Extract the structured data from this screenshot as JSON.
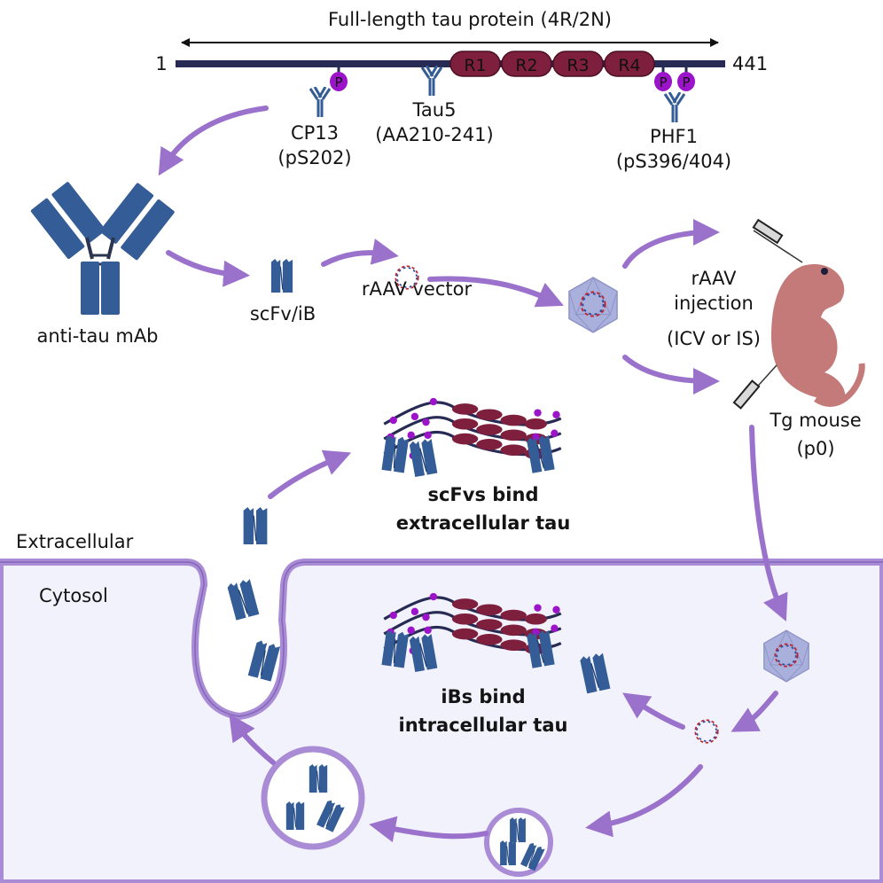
{
  "protein": {
    "title": "Full-length tau protein (4R/2N)",
    "start": "1",
    "end": "441",
    "repeats": [
      "R1",
      "R2",
      "R3",
      "R4"
    ],
    "phospho_label": "P"
  },
  "antibodies": [
    {
      "name": "CP13",
      "epitope": "(pS202)"
    },
    {
      "name": "Tau5",
      "epitope": "(AA210-241)"
    },
    {
      "name": "PHF1",
      "epitope": "(pS396/404)"
    }
  ],
  "steps": {
    "mab": "anti-tau mAb",
    "scfv": "scFv/iB",
    "vector": "rAAV vector",
    "injection": [
      "rAAV",
      "injection",
      "(ICV or IS)"
    ],
    "mouse": [
      "Tg mouse",
      "(p0)"
    ]
  },
  "binding": {
    "extracellular": [
      "scFvs bind",
      "extracellular tau"
    ],
    "intracellular": [
      "iBs bind",
      "intracellular tau"
    ]
  },
  "compartments": {
    "outside": "Extracellular",
    "inside": "Cytosol"
  },
  "colors": {
    "antibody": "#345c96",
    "arrow": "#9a72cc",
    "membrane": "#a98bd6",
    "cytosol": "#f2f2fc",
    "repeat": "#7e1f3e",
    "tau_line": "#272a52",
    "phospho": "#9b14c9",
    "capsid": "#aab0dc",
    "mouse": "#c47a78"
  }
}
